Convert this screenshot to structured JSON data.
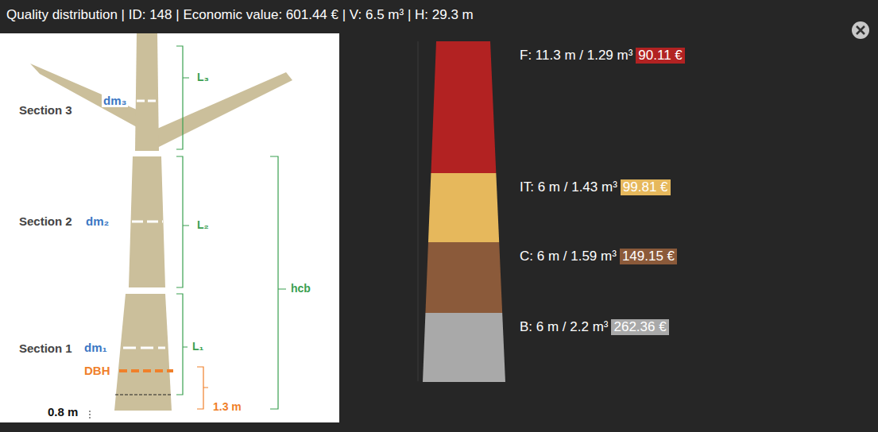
{
  "diagram": {
    "title": "Quality distribution | ID: 148 | Economic value: 601.44 € | V: 6.5 m³ | H: 29.3 m",
    "nodes": [
      {
        "text": [
          "F: 11.3 m / 1.29 m³",
          "90.11 €"
        ]
      },
      {
        "text": [
          "IT: 6 m / 1.43 m³",
          "99.81 €"
        ]
      },
      {
        "text": [
          "C: 6 m / 1.59 m³",
          "149.15 €"
        ]
      },
      {
        "text": [
          "B: 6 m / 2.2 m³",
          "262.36 €"
        ]
      }
    ],
    "labels": [
      "Section 3",
      "dm₃",
      "L₃",
      "Section 2",
      "dm₂",
      "L₂",
      "hcb",
      "Section 1",
      "dm₁",
      "L₁",
      "DBH",
      "1.3 m",
      "0.8 m"
    ]
  }
}
